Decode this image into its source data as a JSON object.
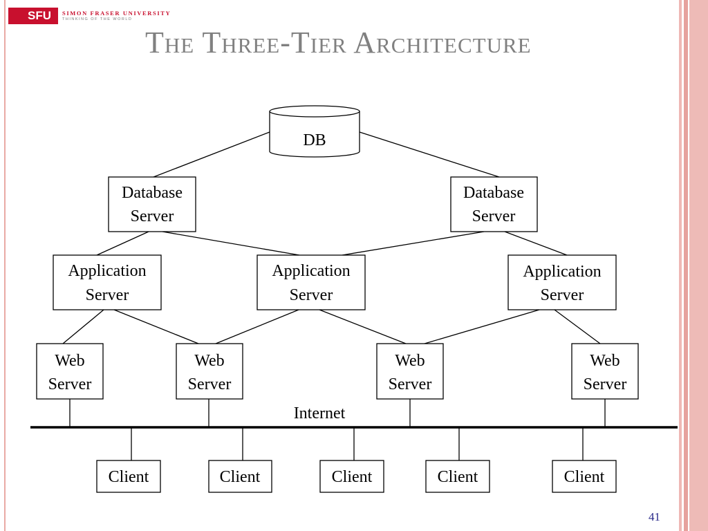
{
  "logo": {
    "mark": "SFU",
    "line1": "SIMON FRASER UNIVERSITY",
    "line2": "THINKING OF THE WORLD"
  },
  "title": "The Three-Tier Architecture",
  "diagram": {
    "db": "DB",
    "database_server": [
      "Database",
      "Server"
    ],
    "application_server": [
      "Application",
      "Server"
    ],
    "web_server": [
      "Web",
      "Server"
    ],
    "internet": "Internet",
    "client": "Client"
  },
  "page_number": "41"
}
